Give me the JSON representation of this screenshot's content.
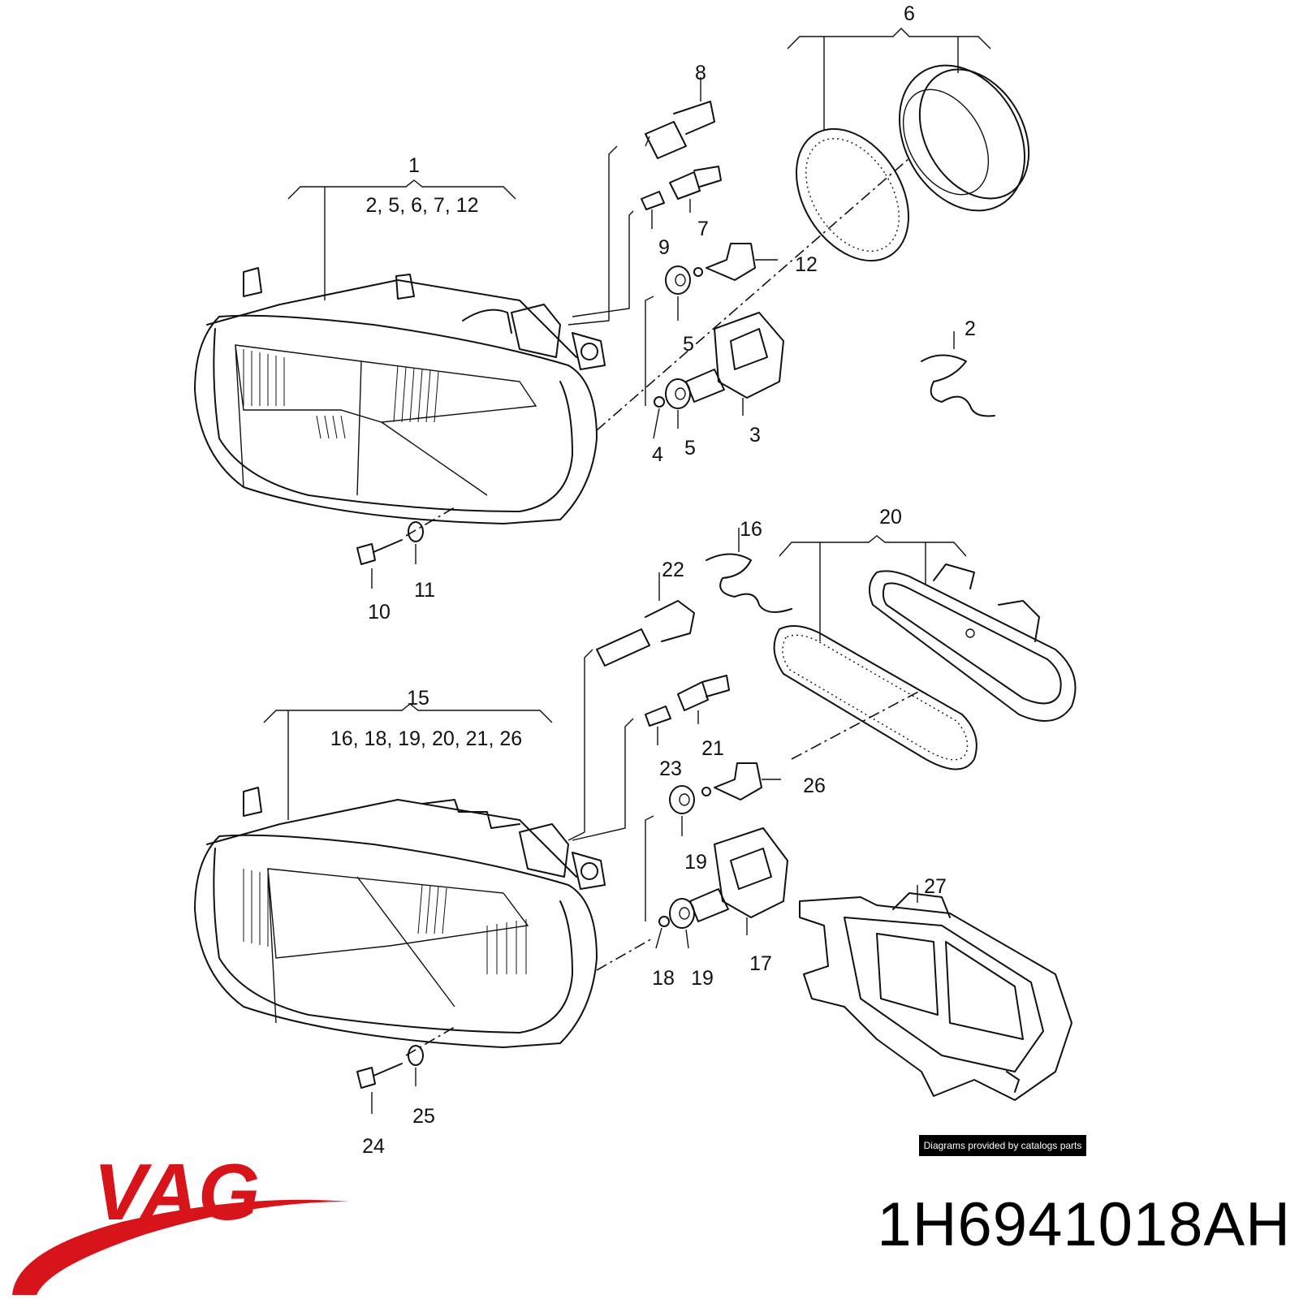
{
  "brand": {
    "name": "VAG",
    "color": "#d7141a"
  },
  "part_number": "1H6941018AH",
  "credit": "Diagrams provided by catalogs parts",
  "callouts": {
    "c1": "1",
    "c1_sub": "2, 5, 6, 7, 12",
    "c2": "2",
    "c3": "3",
    "c4": "4",
    "c5a": "5",
    "c5b": "5",
    "c6": "6",
    "c7": "7",
    "c8": "8",
    "c9": "9",
    "c10": "10",
    "c11": "11",
    "c12": "12",
    "c15": "15",
    "c15_sub": "16, 18, 19, 20, 21, 26",
    "c16": "16",
    "c17": "17",
    "c18": "18",
    "c19a": "19",
    "c19b": "19",
    "c20": "20",
    "c21": "21",
    "c22": "22",
    "c23": "23",
    "c24": "24",
    "c25": "25",
    "c26": "26",
    "c27": "27"
  }
}
